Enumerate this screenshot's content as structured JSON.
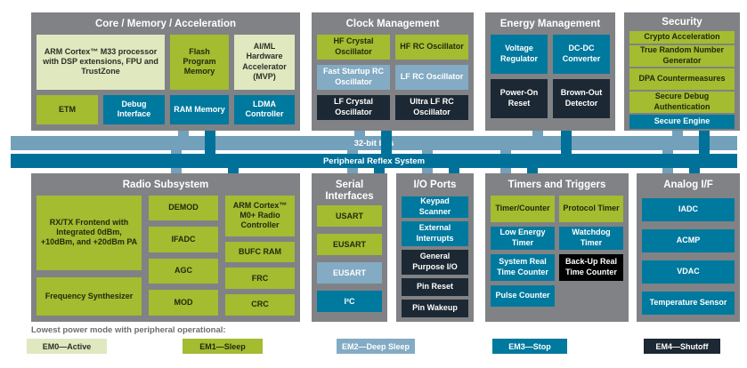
{
  "colors": {
    "section_background": "#808285",
    "em0_active": "#e0e8c0",
    "em1_sleep": "#a3bc30",
    "em2_deep_sleep": "#83abc4",
    "em3_stop": "#00799e",
    "em4_shutoff": "#1c2833",
    "backup_rtc_black": "#000000",
    "bus_32bit": "#73a1bb",
    "bus_prs": "#02719a"
  },
  "buses": {
    "bus_32bit": "32-bit bus",
    "prs": "Peripheral Reflex System"
  },
  "sections": {
    "core": {
      "title": "Core / Memory / Acceleration",
      "blocks": [
        {
          "label": "ARM Cortex™ M33 processor with DSP extensions, FPU and TrustZone",
          "mode": "EM0"
        },
        {
          "label": "Flash Program Memory",
          "mode": "EM1"
        },
        {
          "label": "AI/ML Hardware Accelerator (MVP)",
          "mode": "EM0"
        },
        {
          "label": "ETM",
          "mode": "EM1"
        },
        {
          "label": "Debug Interface",
          "mode": "EM3"
        },
        {
          "label": "RAM Memory",
          "mode": "EM3"
        },
        {
          "label": "LDMA Controller",
          "mode": "EM3"
        }
      ]
    },
    "clock": {
      "title": "Clock Management",
      "blocks": [
        {
          "label": "HF Crystal Oscillator",
          "mode": "EM1"
        },
        {
          "label": "HF RC Oscillator",
          "mode": "EM1"
        },
        {
          "label": "Fast Startup RC Oscillator",
          "mode": "EM2"
        },
        {
          "label": "LF RC Oscillator",
          "mode": "EM2"
        },
        {
          "label": "LF Crystal Oscillator",
          "mode": "EM4"
        },
        {
          "label": "Ultra LF RC Oscillator",
          "mode": "EM4"
        }
      ]
    },
    "energy": {
      "title": "Energy Management",
      "blocks": [
        {
          "label": "Voltage Regulator",
          "mode": "EM3"
        },
        {
          "label": "DC-DC Converter",
          "mode": "EM3"
        },
        {
          "label": "Power-On Reset",
          "mode": "EM4"
        },
        {
          "label": "Brown-Out Detector",
          "mode": "EM4"
        }
      ]
    },
    "security": {
      "title": "Security",
      "blocks": [
        {
          "label": "Crypto Acceleration",
          "mode": "EM1"
        },
        {
          "label": "True Random Number Generator",
          "mode": "EM1"
        },
        {
          "label": "DPA Countermeasures",
          "mode": "EM1"
        },
        {
          "label": "Secure Debug Authentication",
          "mode": "EM1"
        },
        {
          "label": "Secure Engine",
          "mode": "EM3"
        }
      ]
    },
    "radio": {
      "title": "Radio Subsystem",
      "blocks": [
        {
          "label": "RX/TX Frontend with Integrated 0dBm, +10dBm, and +20dBm PA",
          "mode": "EM1"
        },
        {
          "label": "Frequency Synthesizer",
          "mode": "EM1"
        },
        {
          "label": "DEMOD",
          "mode": "EM1"
        },
        {
          "label": "IFADC",
          "mode": "EM1"
        },
        {
          "label": "AGC",
          "mode": "EM1"
        },
        {
          "label": "MOD",
          "mode": "EM1"
        },
        {
          "label": "ARM Cortex™ M0+ Radio Controller",
          "mode": "EM1"
        },
        {
          "label": "BUFC RAM",
          "mode": "EM1"
        },
        {
          "label": "FRC",
          "mode": "EM1"
        },
        {
          "label": "CRC",
          "mode": "EM1"
        }
      ]
    },
    "serial": {
      "title": "Serial Interfaces",
      "blocks": [
        {
          "label": "USART",
          "mode": "EM1"
        },
        {
          "label": "EUSART",
          "mode": "EM1"
        },
        {
          "label": "EUSART",
          "mode": "EM2"
        },
        {
          "label": "I²C",
          "mode": "EM3"
        }
      ]
    },
    "io": {
      "title": "I/O Ports",
      "blocks": [
        {
          "label": "Keypad Scanner",
          "mode": "EM3"
        },
        {
          "label": "External Interrupts",
          "mode": "EM3"
        },
        {
          "label": "General Purpose I/O",
          "mode": "EM4"
        },
        {
          "label": "Pin Reset",
          "mode": "EM4"
        },
        {
          "label": "Pin Wakeup",
          "mode": "EM4"
        }
      ]
    },
    "timers": {
      "title": "Timers and Triggers",
      "blocks": [
        {
          "label": "Timer/Counter",
          "mode": "EM1"
        },
        {
          "label": "Protocol Timer",
          "mode": "EM1"
        },
        {
          "label": "Low Energy Timer",
          "mode": "EM3"
        },
        {
          "label": "Watchdog Timer",
          "mode": "EM3"
        },
        {
          "label": "System Real Time Counter",
          "mode": "EM3"
        },
        {
          "label": "Back-Up Real Time Counter",
          "mode": "EM4"
        },
        {
          "label": "Pulse Counter",
          "mode": "EM3"
        }
      ]
    },
    "analog": {
      "title": "Analog I/F",
      "blocks": [
        {
          "label": "IADC",
          "mode": "EM3"
        },
        {
          "label": "ACMP",
          "mode": "EM3"
        },
        {
          "label": "VDAC",
          "mode": "EM3"
        },
        {
          "label": "Temperature Sensor",
          "mode": "EM3"
        }
      ]
    }
  },
  "legend": {
    "title": "Lowest power mode with peripheral operational:",
    "items": [
      {
        "label": "EM0—Active",
        "mode": "EM0"
      },
      {
        "label": "EM1—Sleep",
        "mode": "EM1"
      },
      {
        "label": "EM2—Deep Sleep",
        "mode": "EM2"
      },
      {
        "label": "EM3—Stop",
        "mode": "EM3"
      },
      {
        "label": "EM4—Shutoff",
        "mode": "EM4"
      }
    ]
  }
}
